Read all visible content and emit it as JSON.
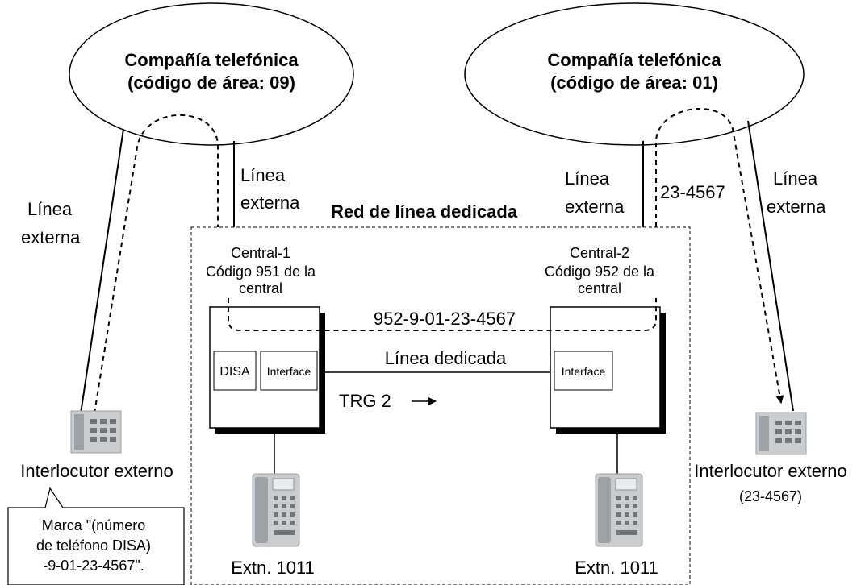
{
  "clouds": {
    "left": {
      "line1": "Compañía telefónica",
      "line2": "(código de área: 09)"
    },
    "right": {
      "line1": "Compañía telefónica",
      "line2": "(código de área: 01)"
    }
  },
  "network_label": "Red de línea dedicada",
  "outside_lines": {
    "far_left": [
      "Línea",
      "externa"
    ],
    "left_center": [
      "Línea",
      "externa"
    ],
    "right_center": [
      "Línea",
      "externa"
    ],
    "far_right": [
      "Línea",
      "externa"
    ]
  },
  "dialed_number": "23-4567",
  "pbx1": {
    "name": "Central-1",
    "code": [
      "Código 951 de la",
      "central"
    ],
    "disa": "DISA",
    "interface": "Interface"
  },
  "pbx2": {
    "name": "Central-2",
    "code": [
      "Código 952 de la",
      "central"
    ],
    "interface": "Interface"
  },
  "route_number": "952-9-01-23-4567",
  "tie_line": "Línea dedicada",
  "trg": "TRG 2",
  "outside_party_left": "Interlocutor externo",
  "outside_party_right": {
    "name": "Interlocutor externo",
    "number": "(23-4567)"
  },
  "callout": [
    "Marca \"(número",
    "de teléfono DISA)",
    "-9-01-23-4567\"."
  ],
  "extension_left": "Extn. 1011",
  "extension_right": "Extn. 1011"
}
